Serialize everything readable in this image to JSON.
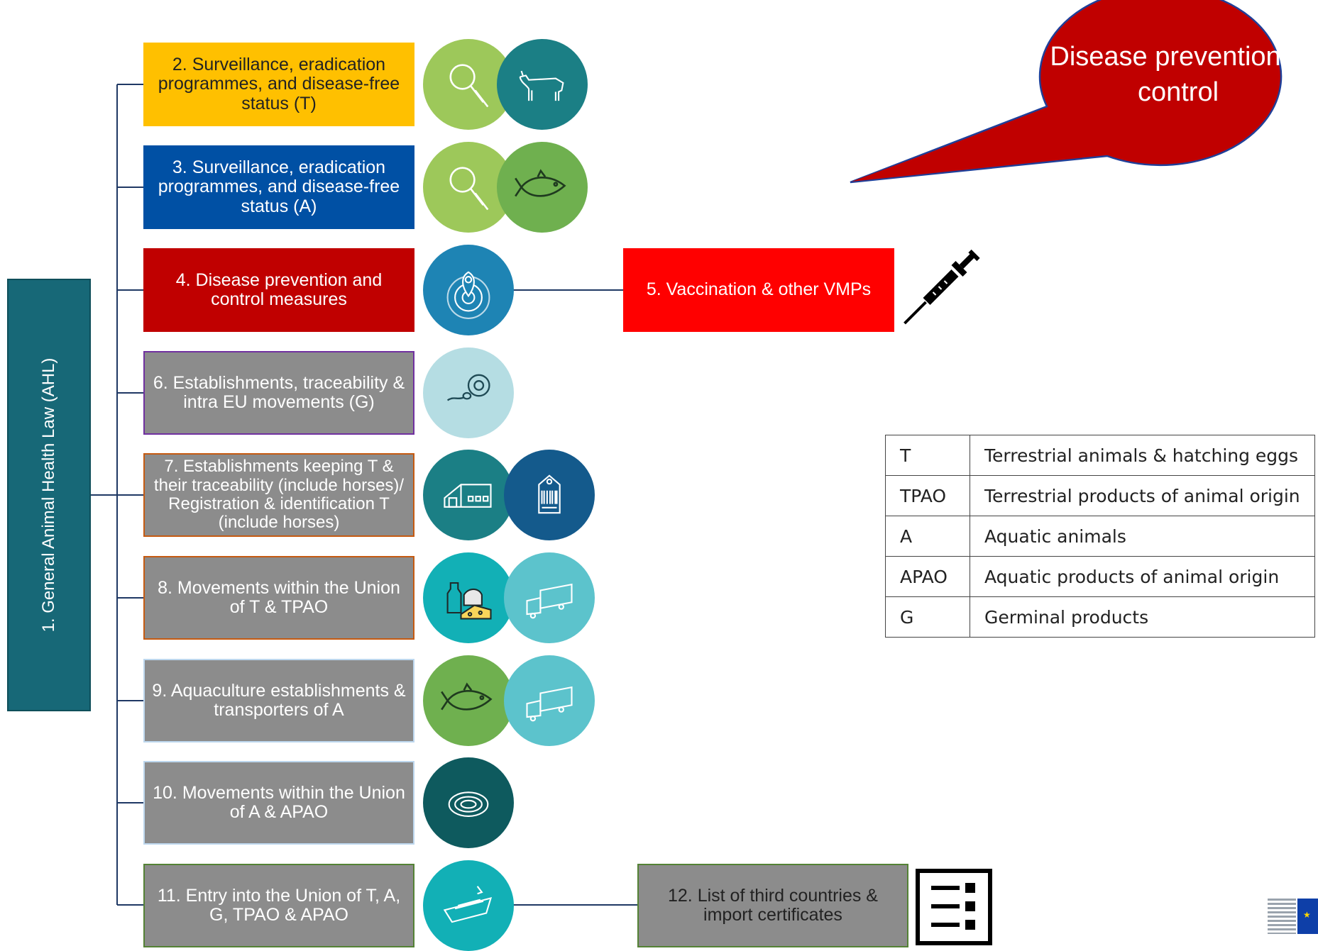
{
  "root": {
    "label": "1. General Animal Health Law (AHL)"
  },
  "boxes": [
    {
      "label": "2. Surveillance, eradication programmes, and disease-free status (T)",
      "bg": "#FFC000",
      "fg": "#222222",
      "border": "#FFC000",
      "icons": [
        "magnifier-icon",
        "cow-icon"
      ]
    },
    {
      "label": "3. Surveillance, eradication programmes, and disease-free status (A)",
      "bg": "#0050A4",
      "fg": "#ffffff",
      "border": "#0050A4",
      "icons": [
        "magnifier-icon",
        "fish-icon"
      ]
    },
    {
      "label": "4. Disease prevention and control measures",
      "bg": "#C00000",
      "fg": "#ffffff",
      "border": "#C00000",
      "icons": [
        "location-radar-icon"
      ]
    },
    {
      "label": "6. Establishments, traceability & intra EU movements (G)",
      "bg": "#8C8C8C",
      "fg": "#ffffff",
      "border": "#7030A0",
      "icons": [
        "sperm-egg-icon"
      ]
    },
    {
      "label": "7. Establishments keeping T & their traceability (include horses)/ Registration & identification T (include horses)",
      "bg": "#8C8C8C",
      "fg": "#ffffff",
      "border": "#C55A11",
      "icons": [
        "farm-building-icon",
        "ear-tag-icon"
      ]
    },
    {
      "label": "8. Movements within the Union of T & TPAO",
      "bg": "#8C8C8C",
      "fg": "#ffffff",
      "border": "#C55A11",
      "icons": [
        "dairy-cheese-icon",
        "truck-icon"
      ]
    },
    {
      "label": "9. Aquaculture establishments & transporters of A",
      "bg": "#8C8C8C",
      "fg": "#ffffff",
      "border": "#BDD7EE",
      "icons": [
        "fish-icon",
        "truck-icon"
      ]
    },
    {
      "label": "10. Movements within the Union of A & APAO",
      "bg": "#8C8C8C",
      "fg": "#ffffff",
      "border": "#BDD7EE",
      "icons": [
        "shellfish-icon"
      ]
    },
    {
      "label": "11. Entry into the Union of T, A, G, TPAO & APAO",
      "bg": "#8C8C8C",
      "fg": "#ffffff",
      "border": "#548235",
      "icons": [
        "cargo-ship-icon"
      ]
    }
  ],
  "side_boxes": [
    {
      "label": "5. Vaccination & other VMPs",
      "bg": "#FF0000",
      "fg": "#ffffff",
      "icon": "syringe-icon"
    },
    {
      "label": "12. List of third countries & import certificates",
      "bg": "#8C8C8C",
      "fg": "#222222",
      "border": "#548235",
      "icon": "checklist-icon"
    }
  ],
  "callout": {
    "label": "Disease prevention & control",
    "bg": "#C00000",
    "stroke": "#1F3F99"
  },
  "legend": [
    {
      "code": "T",
      "desc": "Terrestrial animals & hatching eggs"
    },
    {
      "code": "TPAO",
      "desc": "Terrestrial products of animal origin"
    },
    {
      "code": "A",
      "desc": "Aquatic animals"
    },
    {
      "code": "APAO",
      "desc": "Aquatic products of animal origin"
    },
    {
      "code": "G",
      "desc": "Germinal products"
    }
  ],
  "colors": {
    "connector": "#1F3864",
    "root_bg": "#176877"
  }
}
